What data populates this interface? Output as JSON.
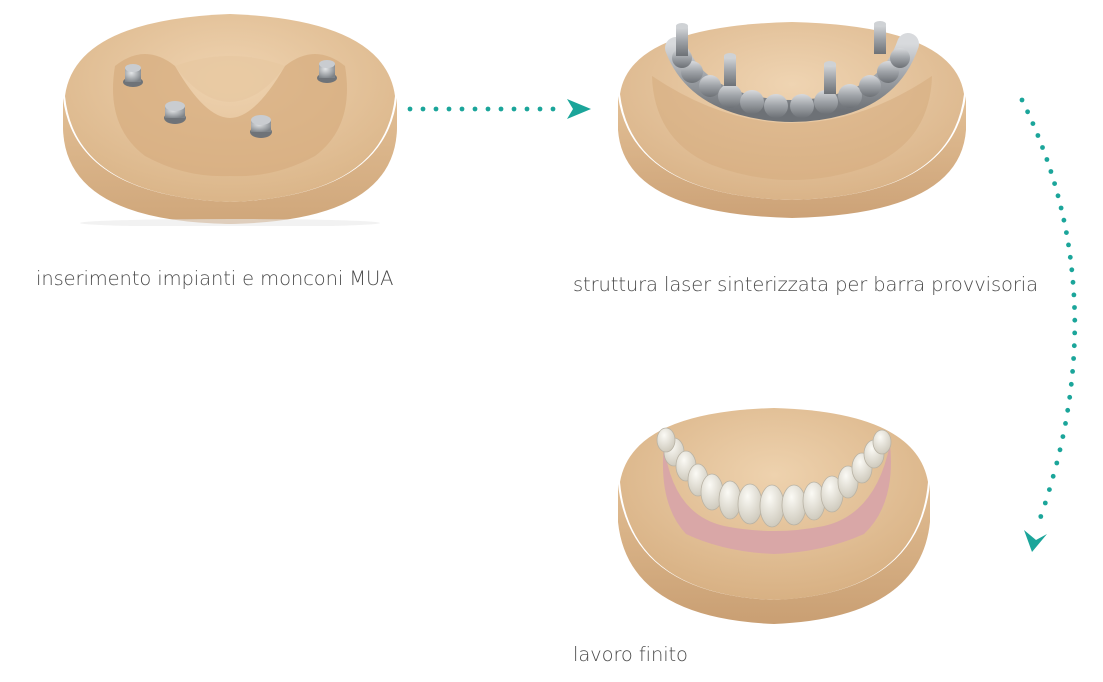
{
  "steps": [
    {
      "caption": "inserimento impianti e monconi MUA",
      "stage_name": "implant-model"
    },
    {
      "caption": "struttura laser sinterizzata per barra provvisoria",
      "stage_name": "bar-model"
    },
    {
      "caption": "lavoro finito",
      "stage_name": "finished-model"
    }
  ],
  "colors": {
    "arrow": "#1ba59a",
    "plaster": "#e6c49c",
    "plaster_shadow": "#c9a174",
    "metal": "#9a9ea3",
    "teeth": "#ece8de",
    "gum": "#d9a7a7",
    "caption": "#4a4a4a"
  }
}
